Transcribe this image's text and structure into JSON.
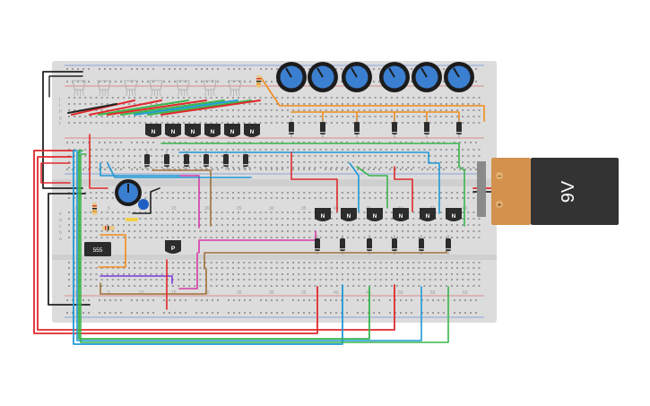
{
  "breadboard": {
    "col_numbers_top": [
      "1",
      "5",
      "10",
      "15",
      "20",
      "25",
      "30",
      "35",
      "40",
      "45",
      "50",
      "55",
      "60"
    ],
    "col_numbers_bottom": [
      "1",
      "5",
      "10",
      "15",
      "20",
      "25",
      "30",
      "35",
      "40",
      "45",
      "50",
      "55",
      "60"
    ],
    "row_letters_top": [
      "j",
      "i",
      "h",
      "g",
      "f"
    ],
    "row_letters_bottom": [
      "e",
      "d",
      "c",
      "b",
      "a"
    ]
  },
  "components": {
    "transistor_label_npn": "N",
    "transistor_label_pnp": "P",
    "ic_label": "555",
    "battery_label": "9V",
    "battery_plus": "+",
    "battery_minus": "−"
  },
  "colors": {
    "board": "#dcdcdc",
    "hole": "#9a9a9a",
    "rail_red": "#d73a3a",
    "rail_blue": "#3a6ed7",
    "wire_red": "#e0282b",
    "wire_blue": "#1f9ad6",
    "wire_green": "#39b54a",
    "wire_orange": "#f08c1a",
    "wire_brown": "#a0703a",
    "wire_magenta": "#d63aa8",
    "wire_black": "#222222",
    "wire_purple": "#7a3ad6",
    "pot_blue": "#3b7fd0",
    "transistor": "#2c2c2c",
    "battery_body": "#333333",
    "battery_label_bg": "#d4914e"
  }
}
